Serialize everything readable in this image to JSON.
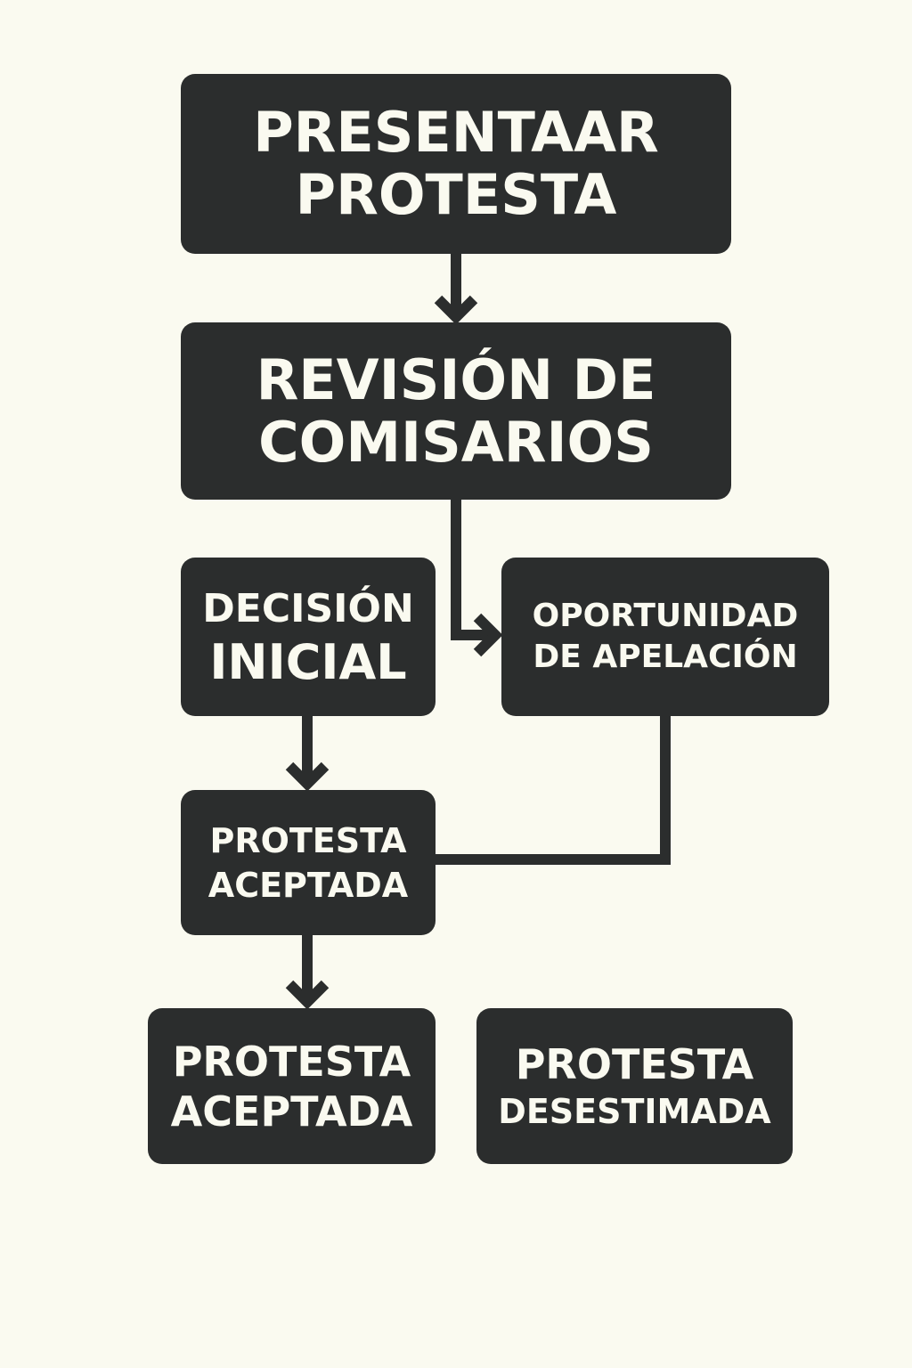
{
  "diagram": {
    "colors": {
      "background": "#fafaf0",
      "node_fill": "#2b2d2d",
      "node_text": "#fafaf0",
      "connector": "#2b2d2d"
    },
    "nodes": {
      "presentar_protesta": {
        "line1": "PRESENTAAR",
        "line2": "PROTESTA"
      },
      "revision_comisarios": {
        "line1": "REVISIÓN DE",
        "line2": "COMISARIOS"
      },
      "decision_inicial": {
        "line1": "DECISIÓN",
        "line2": "INICIAL"
      },
      "oportunidad_apelacion": {
        "line1": "OPORTUNIDAD",
        "line2": "DE APELACIÓN"
      },
      "protesta_aceptada_1": {
        "line1": "PROTESTA",
        "line2": "ACEPTADA"
      },
      "protesta_aceptada_2": {
        "line1": "PROTESTA",
        "line2": "ACEPTADA"
      },
      "protesta_desestimada": {
        "line1": "PROTESTA",
        "line2": "DESESTIMADA"
      }
    },
    "edges": [
      {
        "from": "presentar_protesta",
        "to": "revision_comisarios",
        "arrow": true
      },
      {
        "from": "revision_comisarios",
        "to": "oportunidad_apelacion",
        "arrow": true
      },
      {
        "from": "decision_inicial",
        "to": "protesta_aceptada_1",
        "arrow": true
      },
      {
        "from": "oportunidad_apelacion",
        "to": "protesta_aceptada_1",
        "arrow": false
      },
      {
        "from": "protesta_aceptada_1",
        "to": "protesta_aceptada_2",
        "arrow": true
      }
    ]
  }
}
